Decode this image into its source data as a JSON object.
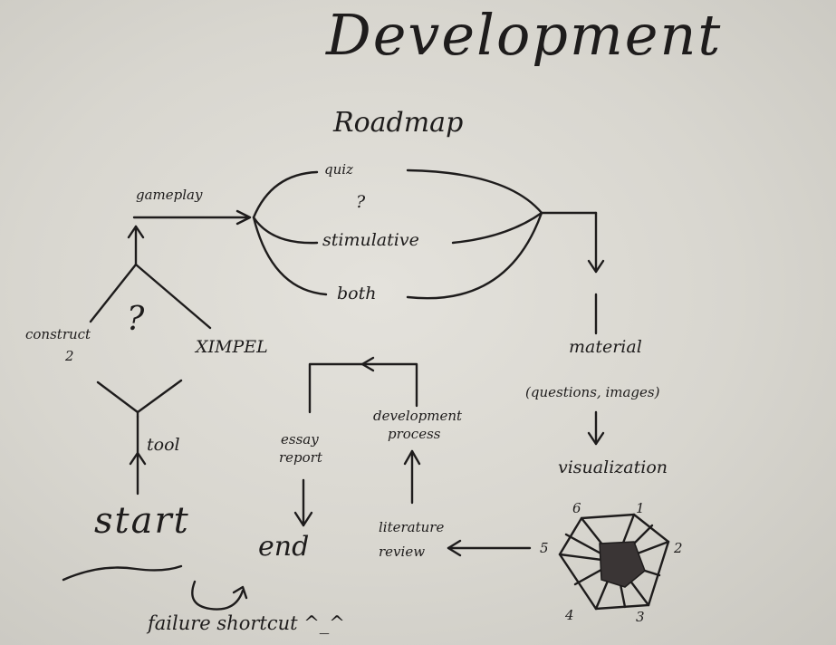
{
  "title": "Development",
  "subtitle": "Roadmap",
  "nodes": {
    "quiz": "quiz",
    "question_mark_top": "?",
    "stimulative": "stimulative",
    "both": "both",
    "gameplay": "gameplay",
    "construct": "construct",
    "construct_num": "2",
    "question_mark_left": "?",
    "ximpel": "XIMPEL",
    "tool": "tool",
    "start": "start",
    "material": "material",
    "material_detail": "(questions, images)",
    "visualization": "visualization",
    "essay_report_1": "essay",
    "essay_report_2": "report",
    "development_process_1": "development",
    "development_process_2": "process",
    "literature_review_1": "literature",
    "literature_review_2": "review",
    "end": "end",
    "failure_shortcut": "failure shortcut ^_^"
  },
  "visualization_labels": [
    "1",
    "2",
    "3",
    "4",
    "5",
    "6"
  ],
  "colors": {
    "ink": "#1e1c1c",
    "paper": "#dcdad3",
    "accent": "#c75a6a"
  }
}
